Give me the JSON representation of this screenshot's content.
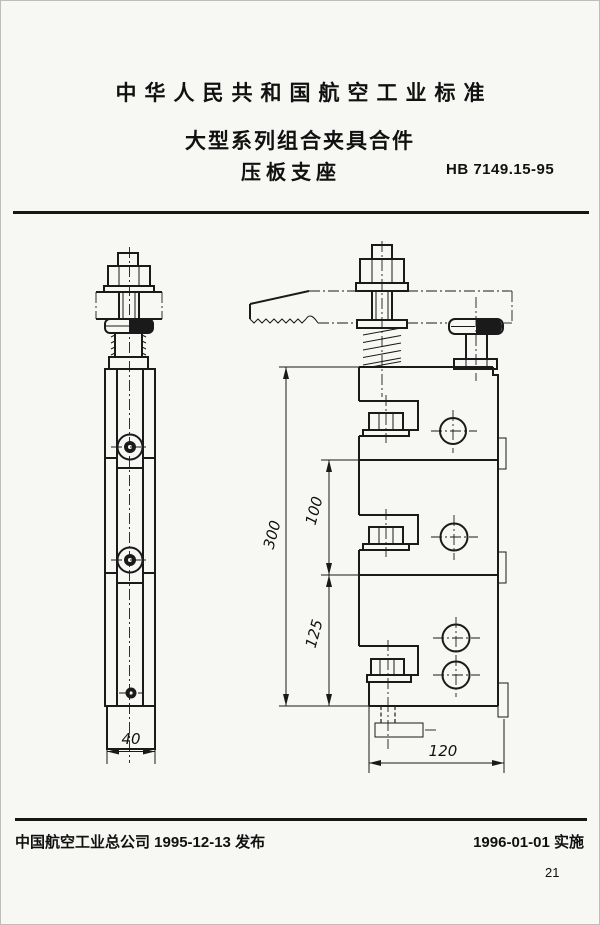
{
  "header": {
    "title": "中华人民共和国航空工业标准",
    "subtitle": "大型系列组合夹具合件",
    "part_name": "压板支座",
    "standard_no": "HB 7149.15-95"
  },
  "drawing": {
    "dimensions": {
      "side_width": "40",
      "overall_height": "300",
      "upper_spacing": "100",
      "lower_spacing": "125",
      "front_width": "120"
    }
  },
  "footer": {
    "issued": "中国航空工业总公司 1995-12-13 发布",
    "implemented": "1996-01-01 实施",
    "page_number": "21"
  }
}
